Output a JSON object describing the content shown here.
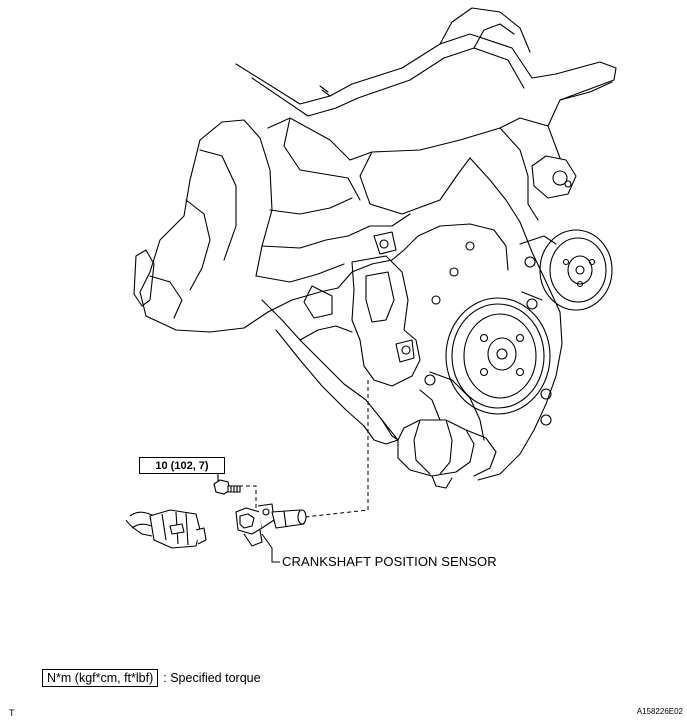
{
  "callouts": {
    "torque_value": "10 (102, 7)",
    "sensor_name": "CRANKSHAFT POSITION SENSOR"
  },
  "legend": {
    "units": "N*m (kgf*cm, ft*lbf)",
    "description": ": Specified torque"
  },
  "footer": {
    "left_mark": "T",
    "figure_id": "A158226E02"
  },
  "parts": {
    "engine": "engine-block-icon",
    "sensor": "crankshaft-sensor-icon",
    "bolt": "bolt-icon",
    "connector": "connector-icon"
  }
}
